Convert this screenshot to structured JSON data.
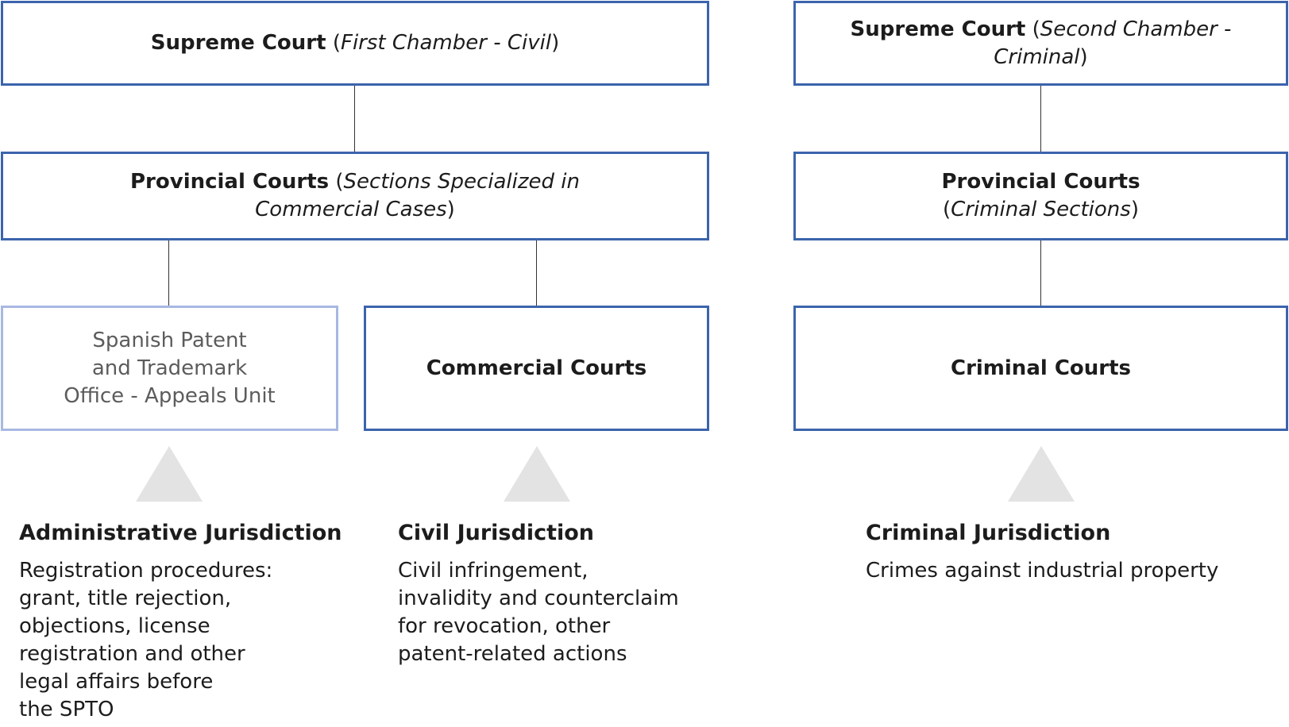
{
  "civil_branch": {
    "supreme": {
      "bold": "Supreme Court",
      "open": " (",
      "italic": "First Chamber - Civil",
      "close": ")"
    },
    "provincial": {
      "bold": "Provincial Courts",
      "open": " (",
      "italic1": "Sections Specialized in",
      "italic2": "Commercial Cases",
      "close": ")"
    },
    "spto": {
      "line1": "Spanish Patent",
      "line2": "and Trademark",
      "line3": "Office - Appeals Unit"
    },
    "commercial": {
      "bold": "Commercial Courts"
    }
  },
  "criminal_branch": {
    "supreme": {
      "bold": "Supreme Court",
      "open": " (",
      "italic1": "Second Chamber -",
      "italic2": "Criminal",
      "close": ")"
    },
    "provincial": {
      "bold": "Provincial Courts",
      "open": "(",
      "italic": "Criminal Sections",
      "close": ")"
    },
    "criminal": {
      "bold": "Criminal Courts"
    }
  },
  "jurisdictions": {
    "administrative": {
      "title": "Administrative Jurisdiction",
      "text": "Registration procedures:\ngrant, title rejection,\nobjections, license\nregistration and other\nlegal affairs before\nthe SPTO"
    },
    "civil": {
      "title": "Civil Jurisdiction",
      "text": "Civil infringement,\ninvalidity and counterclaim\nfor revocation, other\npatent-related actions"
    },
    "criminal": {
      "title": "Criminal Jurisdiction",
      "text": "Crimes against industrial property"
    }
  },
  "colors": {
    "box_border": "#3b64ad",
    "box_border_faded": "#a8b8e2",
    "triangle": "#e3e3e3",
    "connector": "#333333"
  }
}
